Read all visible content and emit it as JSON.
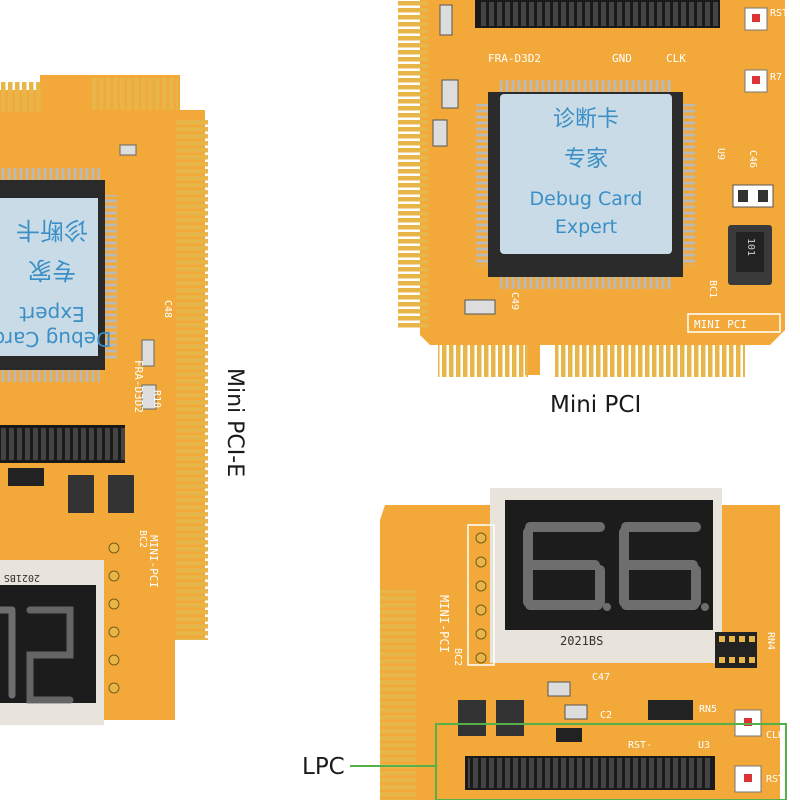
{
  "captions": {
    "mini_pci": "Mini PCI",
    "mini_pci_e": "Mini PCI-E",
    "lpc": "LPC"
  },
  "chip_label": {
    "line1": "诊断卡",
    "line2": "专家",
    "line3": "Debug Card",
    "line4": "Expert"
  },
  "silkscreen": {
    "fra": "FRA-D3D2",
    "gnd": "GND",
    "clk": "CLK",
    "rst": "RST-",
    "mini_pci_board": "MINI PCI",
    "mini_pci_e_board": "MINI-PCI",
    "u9": "U9",
    "c46": "C46",
    "c48": "C48",
    "c49": "C49",
    "bc1": "BC1",
    "bc2": "BC2",
    "r7": "R7",
    "r10": "R10",
    "rn4": "RN4",
    "rn5": "RN5",
    "c47": "C47",
    "c2": "C2",
    "u3": "U3",
    "display_code": "2021BS",
    "inductor": "101"
  },
  "colors": {
    "board": "#f2a93a",
    "board_edge": "#e6952a",
    "gold_finger": "#e8b548",
    "chip": "#2a2a2a",
    "chip_label": "#c9dbe6",
    "chip_text": "#3a8fc6",
    "display_body": "#1c1c1c",
    "segment": "#6e6e6e",
    "lpc_box": "#55b04a",
    "header_pin": "#1a1a1a"
  }
}
